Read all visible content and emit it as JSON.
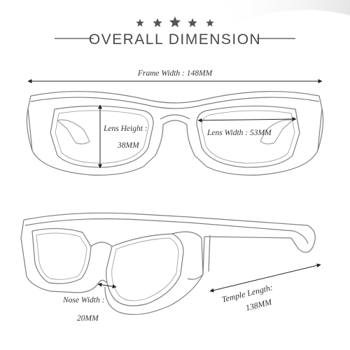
{
  "title": "OVERALL DIMENSION",
  "stars_count": 5,
  "measurements": {
    "frame_width": "Frame Width : 148MM",
    "lens_height_label": "Lens Height :",
    "lens_height_value": "38MM",
    "lens_width": "Lens Width : 53MM",
    "nose_width_label": "Nose Width :",
    "nose_width_value": "20MM",
    "temple_length_label": "Temple Length:",
    "temple_length_value": "138MM"
  },
  "colors": {
    "ink": "#4a4a4a",
    "sketch": "#7d7d7d",
    "star": "#555555",
    "arrow": "#222222"
  }
}
